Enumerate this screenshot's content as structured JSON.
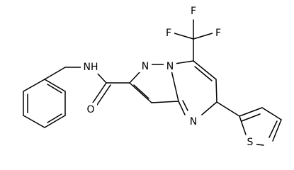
{
  "molecule": {
    "atom_labels": {
      "nh": "NH",
      "o": "O",
      "n_pyrazole": "N",
      "n_bridge": "N",
      "n_pyrimidine": "N",
      "s": "S",
      "f_left": "F",
      "f_top": "F",
      "f_right": "F"
    }
  },
  "colors": {
    "bond": "#000000",
    "background": "#ffffff",
    "label": "#000000"
  }
}
